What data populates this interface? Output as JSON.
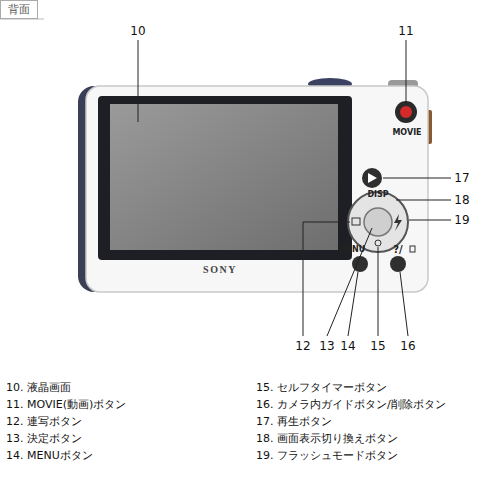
{
  "diagram": {
    "nodes": [
      {
        "text": [
          "背面"
        ]
      }
    ],
    "labels": [
      "10",
      "11",
      "12",
      "13",
      "14",
      "15",
      "16",
      "17",
      "18",
      "19",
      "MOVIE",
      "DISP",
      "MENU",
      "?/",
      "SONY",
      "10. 液晶画面",
      "11. MOVIE(動画)ボタン",
      "12. 連写ボタン",
      "13. 決定ボタン",
      "14. MENUボタン",
      "15. セルフタイマーボタン",
      "16. カメラ内ガイドボタン/削除ボタン",
      "17. 再生ボタン",
      "18. 画面表示切り換えボタン",
      "19. フラッシュモードボタン"
    ]
  }
}
